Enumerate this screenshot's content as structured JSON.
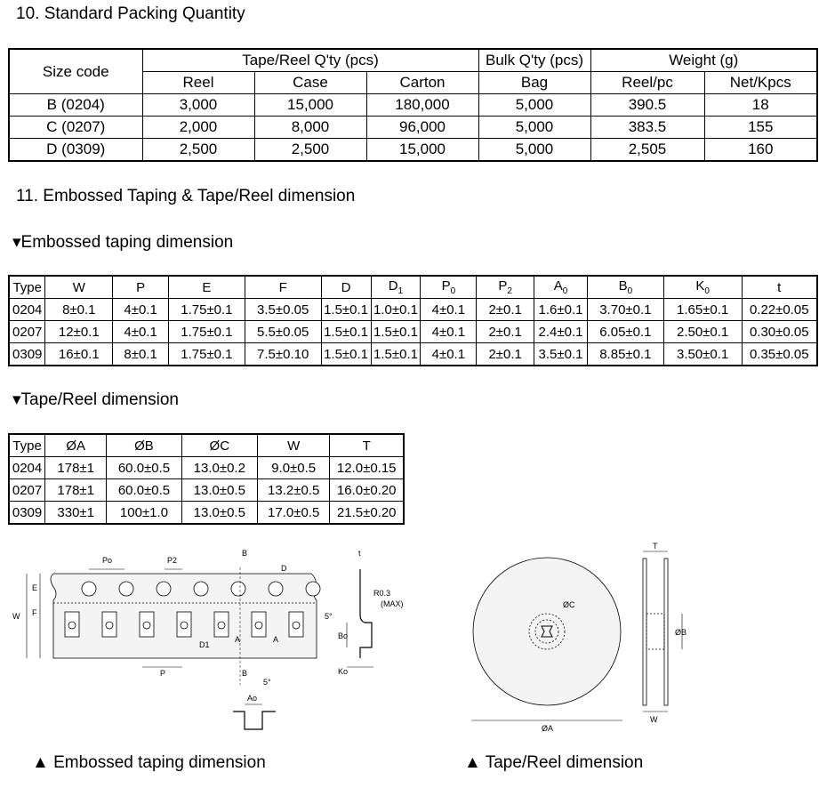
{
  "section10": {
    "title": "10.  Standard Packing Quantity"
  },
  "packing": {
    "size_code": "Size code",
    "tape_reel_header": "Tape/Reel Q'ty (pcs)",
    "bulk_header": "Bulk Q'ty (pcs)",
    "weight_header": "Weight (g)",
    "subheaders": [
      "Reel",
      "Case",
      "Carton",
      "Bag",
      "Reel/pc",
      "Net/Kpcs"
    ],
    "rows": [
      [
        "B (0204)",
        "3,000",
        "15,000",
        "180,000",
        "5,000",
        "390.5",
        "18"
      ],
      [
        "C (0207)",
        "2,000",
        "8,000",
        "96,000",
        "5,000",
        "383.5",
        "155"
      ],
      [
        "D (0309)",
        "2,500",
        "2,500",
        "15,000",
        "5,000",
        "2,505",
        "160"
      ]
    ]
  },
  "section11": {
    "title": "11.  Embossed Taping & Tape/Reel dimension"
  },
  "embossed": {
    "title": "▾Embossed taping dimension",
    "headers": [
      "Type",
      "W",
      "P",
      "E",
      "F",
      "D",
      "D1",
      "P0",
      "P2",
      "A0",
      "B0",
      "K0",
      "t"
    ],
    "rows": [
      [
        "0204",
        "8±0.1",
        "4±0.1",
        "1.75±0.1",
        "3.5±0.05",
        "1.5±0.1",
        "1.0±0.1",
        "4±0.1",
        "2±0.1",
        "1.6±0.1",
        "3.70±0.1",
        "1.65±0.1",
        "0.22±0.05"
      ],
      [
        "0207",
        "12±0.1",
        "4±0.1",
        "1.75±0.1",
        "5.5±0.05",
        "1.5±0.1",
        "1.5±0.1",
        "4±0.1",
        "2±0.1",
        "2.4±0.1",
        "6.05±0.1",
        "2.50±0.1",
        "0.30±0.05"
      ],
      [
        "0309",
        "16±0.1",
        "8±0.1",
        "1.75±0.1",
        "7.5±0.10",
        "1.5±0.1",
        "1.5±0.1",
        "4±0.1",
        "2±0.1",
        "3.5±0.1",
        "8.85±0.1",
        "3.50±0.1",
        "0.35±0.05"
      ]
    ]
  },
  "tapereel": {
    "title": "▾Tape/Reel dimension",
    "headers": [
      "Type",
      "ØA",
      "ØB",
      "ØC",
      "W",
      "T"
    ],
    "rows": [
      [
        "0204",
        "178±1",
        "60.0±0.5",
        "13.0±0.2",
        "9.0±0.5",
        "12.0±0.15"
      ],
      [
        "0207",
        "178±1",
        "60.0±0.5",
        "13.0±0.5",
        "13.2±0.5",
        "16.0±0.20"
      ],
      [
        "0309",
        "330±1",
        "100±1.0",
        "13.0±0.5",
        "17.0±0.5",
        "21.5±0.20"
      ]
    ]
  },
  "figure_labels": {
    "po": "Po",
    "p2": "P2",
    "b": "B",
    "d": "D",
    "e": "E",
    "f": "F",
    "w": "W",
    "d1": "D1",
    "a": "A",
    "p": "P",
    "ao": "Ao",
    "five_deg": "5°",
    "t": "t",
    "r": "R0.3",
    "max": "(MAX)",
    "bo": "Bo",
    "ko": "Ko",
    "oc": "ØC",
    "ob": "ØB",
    "oa": "ØA",
    "T": "T"
  },
  "captions": {
    "left": "▲ Embossed taping dimension",
    "right": "▲ Tape/Reel dimension"
  }
}
